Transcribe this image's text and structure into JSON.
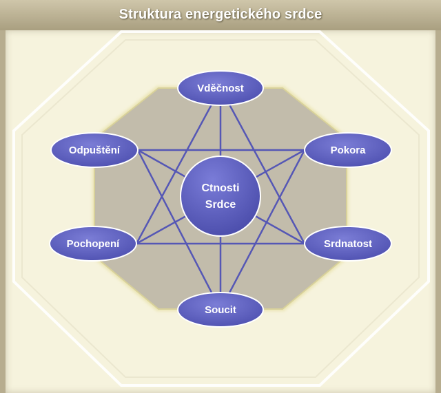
{
  "title": "Struktura energetického srdce",
  "center": {
    "line1": "Ctnosti",
    "line2": "Srdce"
  },
  "nodes": {
    "top": "Vděčnost",
    "upper_left": "Odpuštění",
    "upper_right": "Pokora",
    "lower_left": "Pochopení",
    "lower_right": "Srdnatost",
    "bottom": "Soucit"
  },
  "colors": {
    "node_fill": "#5f61bf",
    "line": "#5557b5",
    "inner_octagon": "#c2bcab",
    "background": "#f6f3dd",
    "header": "#b7ad8f"
  }
}
